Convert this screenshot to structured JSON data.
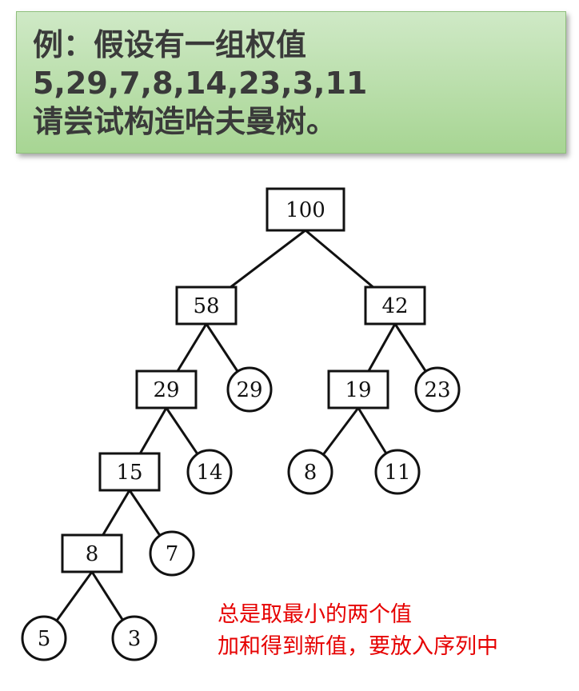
{
  "header": {
    "line1": "例：假设有一组权值",
    "line2": "5,29,7,8,14,23,3,11",
    "line3": "请尝试构造哈夫曼树。"
  },
  "tree": {
    "nodes": [
      {
        "id": "n100",
        "label": "100",
        "kind": "internal"
      },
      {
        "id": "n58",
        "label": "58",
        "kind": "internal"
      },
      {
        "id": "n42",
        "label": "42",
        "kind": "internal"
      },
      {
        "id": "n29i",
        "label": "29",
        "kind": "internal"
      },
      {
        "id": "n29l",
        "label": "29",
        "kind": "leaf"
      },
      {
        "id": "n19",
        "label": "19",
        "kind": "internal"
      },
      {
        "id": "n23",
        "label": "23",
        "kind": "leaf"
      },
      {
        "id": "n15",
        "label": "15",
        "kind": "internal"
      },
      {
        "id": "n14",
        "label": "14",
        "kind": "leaf"
      },
      {
        "id": "n8l",
        "label": "8",
        "kind": "leaf"
      },
      {
        "id": "n11",
        "label": "11",
        "kind": "leaf"
      },
      {
        "id": "n8i",
        "label": "8",
        "kind": "internal"
      },
      {
        "id": "n7",
        "label": "7",
        "kind": "leaf"
      },
      {
        "id": "n5",
        "label": "5",
        "kind": "leaf"
      },
      {
        "id": "n3",
        "label": "3",
        "kind": "leaf"
      }
    ],
    "edges": [
      [
        "n100",
        "n58"
      ],
      [
        "n100",
        "n42"
      ],
      [
        "n58",
        "n29i"
      ],
      [
        "n58",
        "n29l"
      ],
      [
        "n42",
        "n19"
      ],
      [
        "n42",
        "n23"
      ],
      [
        "n29i",
        "n15"
      ],
      [
        "n29i",
        "n14"
      ],
      [
        "n19",
        "n8l"
      ],
      [
        "n19",
        "n11"
      ],
      [
        "n15",
        "n8i"
      ],
      [
        "n15",
        "n7"
      ],
      [
        "n8i",
        "n5"
      ],
      [
        "n8i",
        "n3"
      ]
    ]
  },
  "note": {
    "line1": "总是取最小的两个值",
    "line2": "加和得到新值，要放入序列中"
  }
}
